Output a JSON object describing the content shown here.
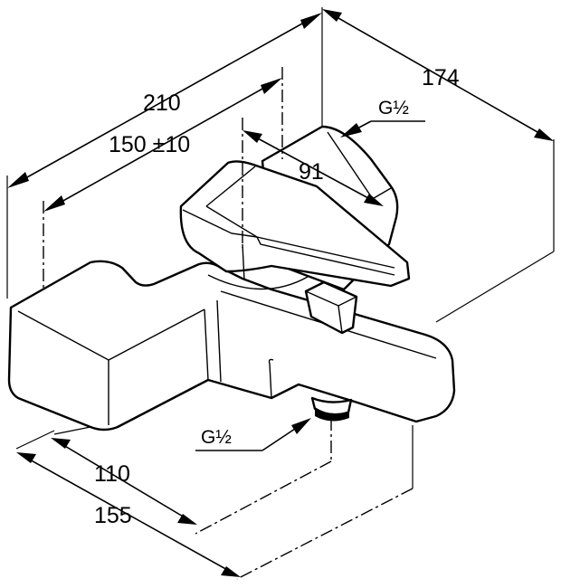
{
  "dimensions": {
    "overall_length": "210",
    "center_distance": "150 ±10",
    "spout_reach": "91",
    "depth": "174",
    "spout_height": "110",
    "total_height": "155"
  },
  "threads": {
    "inlet": "G½",
    "outlet": "G½"
  }
}
